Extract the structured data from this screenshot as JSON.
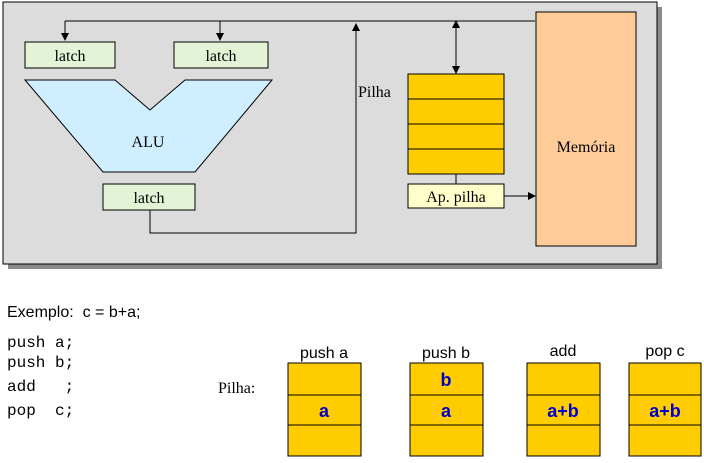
{
  "diagram": {
    "latch_left": "latch",
    "latch_right": "latch",
    "latch_bottom": "latch",
    "alu": "ALU",
    "stack_label": "Pilha",
    "stack_pointer": "Ap. pilha",
    "memory": "Memória"
  },
  "example": {
    "title": "Exemplo:  c = b+a;",
    "lines": [
      "push a;",
      "push b;",
      "add   ;",
      "pop  c;"
    ]
  },
  "stacks": {
    "label": "Pilha:",
    "columns": [
      {
        "title": "push a",
        "cells": [
          "",
          "a",
          ""
        ]
      },
      {
        "title": "push b",
        "cells": [
          "b",
          "a",
          ""
        ]
      },
      {
        "title": "add",
        "cells": [
          "",
          "a+b",
          ""
        ]
      },
      {
        "title": "pop c",
        "cells": [
          "",
          "a+b",
          ""
        ]
      }
    ]
  },
  "colors": {
    "panel": "#dcdcdc",
    "latch": "#e2f3d6",
    "alu": "#cfeeff",
    "stack": "#ffcc00",
    "memory": "#ffcc99",
    "stack_pointer": "#ffffcc",
    "value_text": "#0000cc"
  }
}
